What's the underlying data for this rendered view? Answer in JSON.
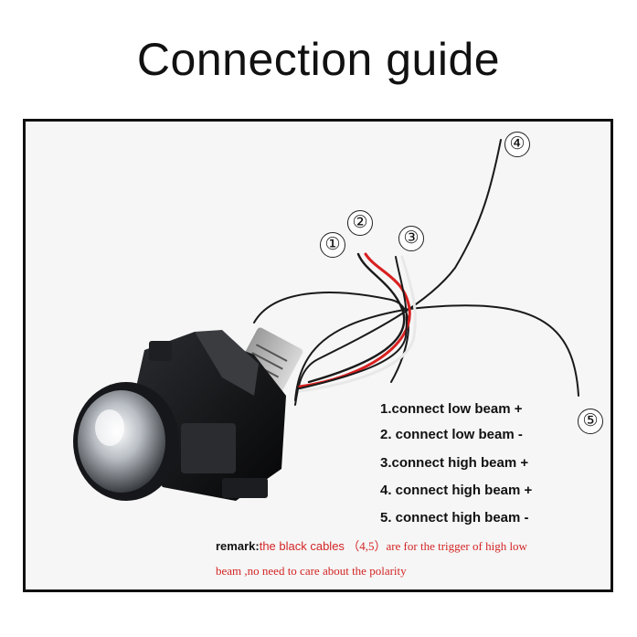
{
  "title": "Connection guide",
  "markers": [
    "①",
    "②",
    "③",
    "④",
    "⑤"
  ],
  "instructions": [
    "1.connect low beam +",
    "2. connect low beam -",
    "3.connect high beam +",
    "4. connect high beam +",
    "5. connect high beam -"
  ],
  "remark": {
    "label": "remark:",
    "highlight": "the black cables",
    "text_line1": "（4,5）are for the trigger of high low",
    "text_line2": "beam ,no need to care about the polarity"
  },
  "colors": {
    "wire_red": "#d92020",
    "wire_black": "#1a1a1a",
    "wire_white": "#e8e8e8",
    "remark_red": "#d42525"
  }
}
